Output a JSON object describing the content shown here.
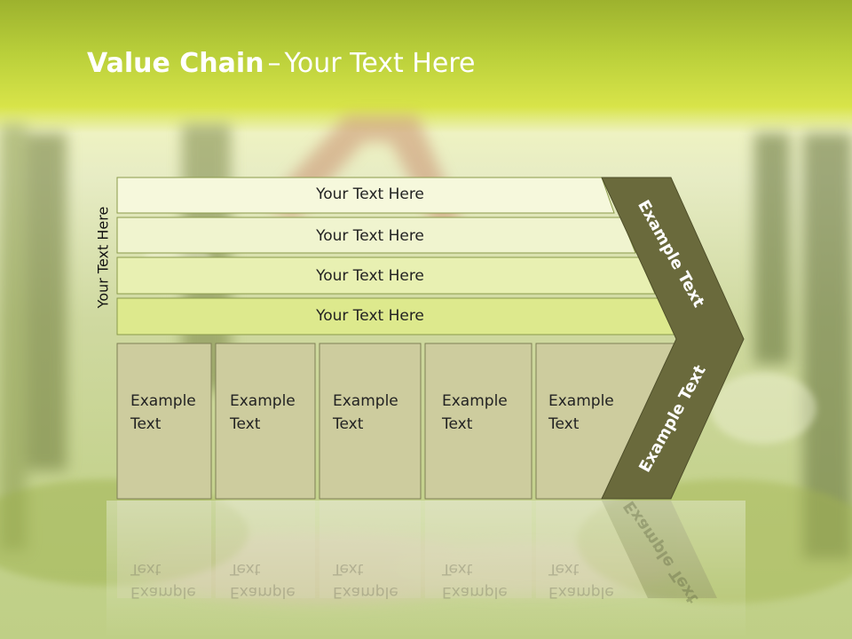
{
  "slide": {
    "title_strong": "Value Chain",
    "title_sep": "–",
    "title_rest": "Your Text Here"
  },
  "side_label": "Your Text Here",
  "rows": [
    {
      "label": "Your Text Here"
    },
    {
      "label": "Your Text Here"
    },
    {
      "label": "Your Text Here"
    },
    {
      "label": "Your Text Here"
    }
  ],
  "columns": [
    {
      "label": "Example\nText"
    },
    {
      "label": "Example\nText"
    },
    {
      "label": "Example\nText"
    },
    {
      "label": "Example\nText"
    },
    {
      "label": "Example\nText"
    }
  ],
  "arrow": {
    "upper_text": "Example Text",
    "lower_text": "Example Text"
  },
  "colors": {
    "row_fill_1": "#f6f8dc",
    "row_fill_2": "#f0f4cf",
    "row_fill_3": "#e8f0b2",
    "row_fill_4": "#dde98d",
    "column_fill": "#cdcc9e",
    "arrow_fill": "#6a6a3c"
  }
}
